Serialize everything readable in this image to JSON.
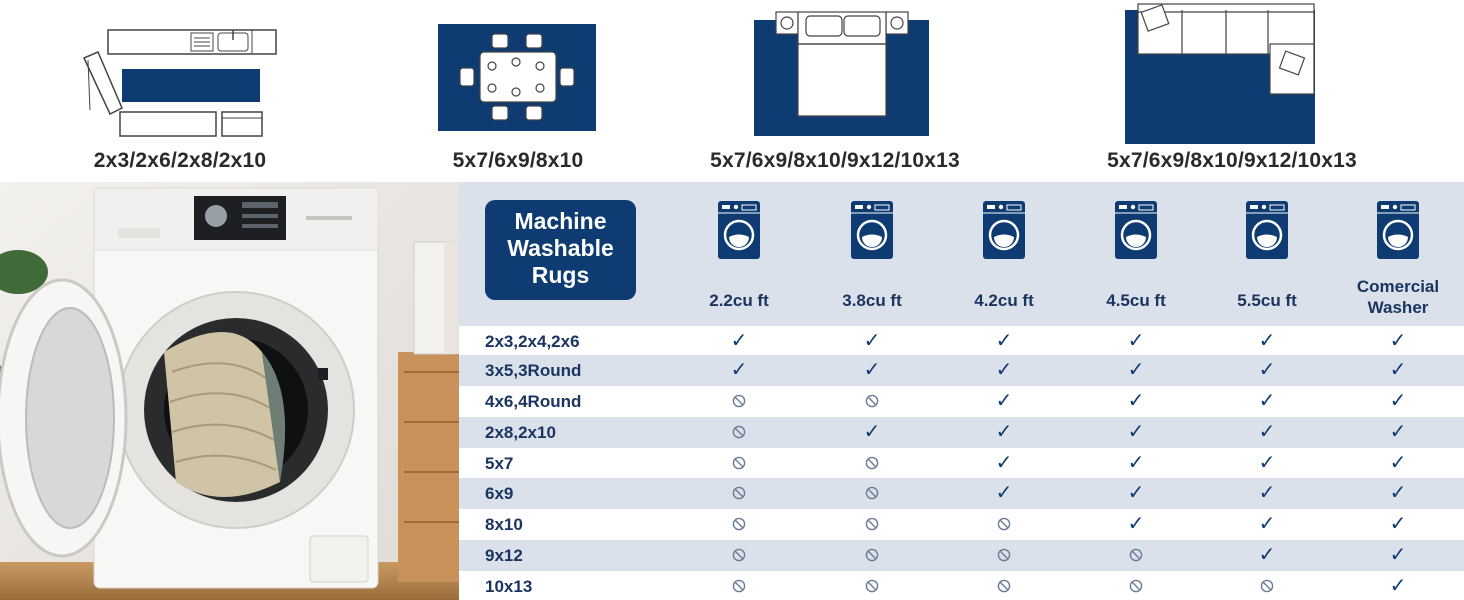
{
  "room_sizes": [
    "2x3/2x6/2x8/2x10",
    "5x7/6x9/8x10",
    "5x7/6x9/8x10/9x12/10x13",
    "5x7/6x9/8x10/9x12/10x13"
  ],
  "table": {
    "title_lines": [
      "Machine",
      "Washable",
      "Rugs"
    ],
    "columns": [
      "2.2cu ft",
      "3.8cu ft",
      "4.2cu ft",
      "4.5cu ft",
      "5.5cu ft",
      "Comercial Washer"
    ],
    "column_lines": [
      [
        "2.2cu ft"
      ],
      [
        "3.8cu ft"
      ],
      [
        "4.2cu ft"
      ],
      [
        "4.5cu ft"
      ],
      [
        "5.5cu ft"
      ],
      [
        "Comercial",
        "Washer"
      ]
    ],
    "rows": [
      {
        "size": "2x3,2x4,2x6",
        "fits": [
          true,
          true,
          true,
          true,
          true,
          true
        ]
      },
      {
        "size": "3x5,3Round",
        "fits": [
          true,
          true,
          true,
          true,
          true,
          true
        ]
      },
      {
        "size": "4x6,4Round",
        "fits": [
          false,
          false,
          true,
          true,
          true,
          true
        ]
      },
      {
        "size": "2x8,2x10",
        "fits": [
          false,
          true,
          true,
          true,
          true,
          true
        ]
      },
      {
        "size": "5x7",
        "fits": [
          false,
          false,
          true,
          true,
          true,
          true
        ]
      },
      {
        "size": "6x9",
        "fits": [
          false,
          false,
          true,
          true,
          true,
          true
        ]
      },
      {
        "size": "8x10",
        "fits": [
          false,
          false,
          false,
          true,
          true,
          true
        ]
      },
      {
        "size": "9x12",
        "fits": [
          false,
          false,
          false,
          false,
          true,
          true
        ]
      },
      {
        "size": "10x13",
        "fits": [
          false,
          false,
          false,
          false,
          false,
          true
        ]
      }
    ],
    "check_symbol": "✓"
  },
  "colors": {
    "navy": "#0d3b72",
    "header_bg": "#dbe1ea",
    "stripe_bg": "#dbe1ea"
  },
  "icons": {
    "fits": "check-icon",
    "not_fits": "no-entry-icon",
    "washer": "washing-machine-icon"
  }
}
